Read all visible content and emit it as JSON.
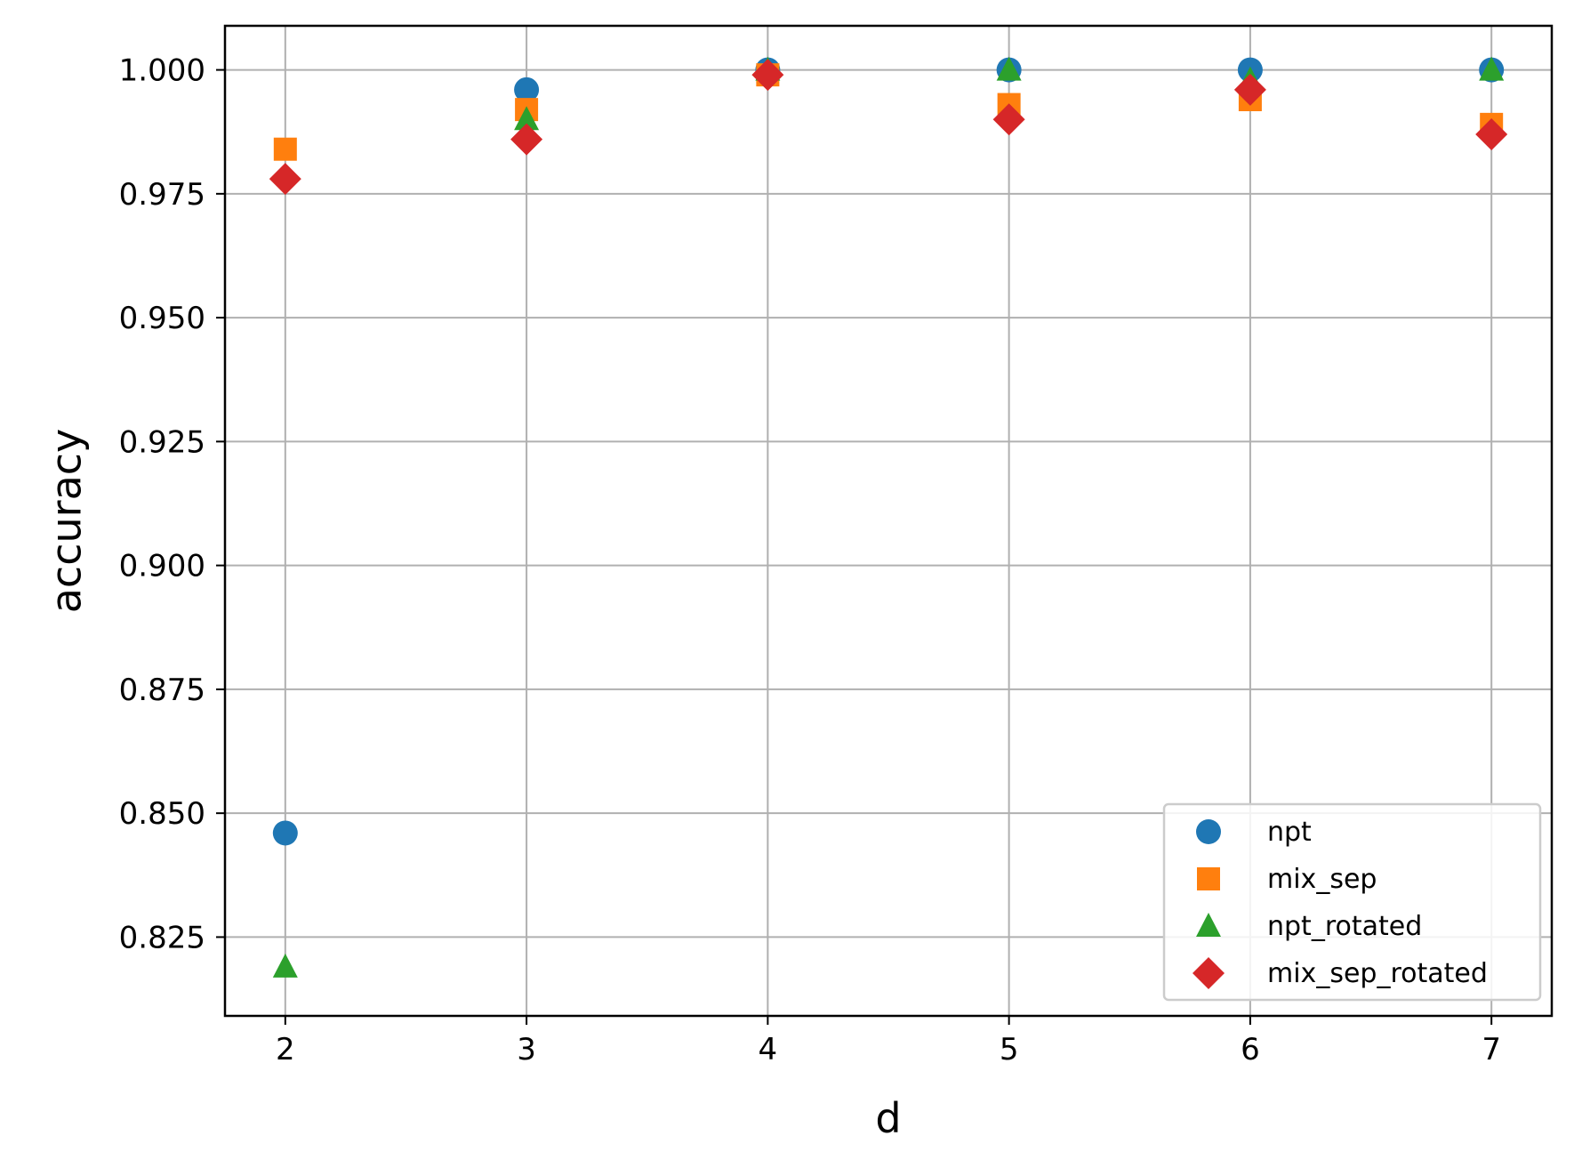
{
  "chart_data": {
    "type": "scatter",
    "title": "",
    "xlabel": "d",
    "ylabel": "accuracy",
    "x": [
      2,
      3,
      4,
      5,
      6,
      7
    ],
    "xlim": [
      1.75,
      7.25
    ],
    "ylim": [
      0.8091,
      1.0089
    ],
    "xticks": [
      2,
      3,
      4,
      5,
      6,
      7
    ],
    "yticks": [
      0.825,
      0.85,
      0.875,
      0.9,
      0.925,
      0.95,
      0.975,
      1.0
    ],
    "xtick_labels": [
      "2",
      "3",
      "4",
      "5",
      "6",
      "7"
    ],
    "ytick_labels": [
      "0.825",
      "0.850",
      "0.875",
      "0.900",
      "0.925",
      "0.950",
      "0.975",
      "1.000"
    ],
    "grid": true,
    "legend_position": "bottom-right",
    "series": [
      {
        "name": "npt",
        "marker": "circle",
        "color": "#1f77b4",
        "values": [
          0.846,
          0.996,
          1.0,
          1.0,
          1.0,
          1.0
        ]
      },
      {
        "name": "mix_sep",
        "marker": "square",
        "color": "#ff7f0e",
        "values": [
          0.984,
          0.992,
          0.999,
          0.993,
          0.994,
          0.989
        ]
      },
      {
        "name": "npt_rotated",
        "marker": "triangle",
        "color": "#2ca02c",
        "values": [
          0.819,
          0.99,
          1.0,
          1.0,
          0.998,
          1.0
        ]
      },
      {
        "name": "mix_sep_rotated",
        "marker": "diamond",
        "color": "#d62728",
        "values": [
          0.978,
          0.986,
          0.999,
          0.99,
          0.996,
          0.987
        ]
      }
    ]
  }
}
